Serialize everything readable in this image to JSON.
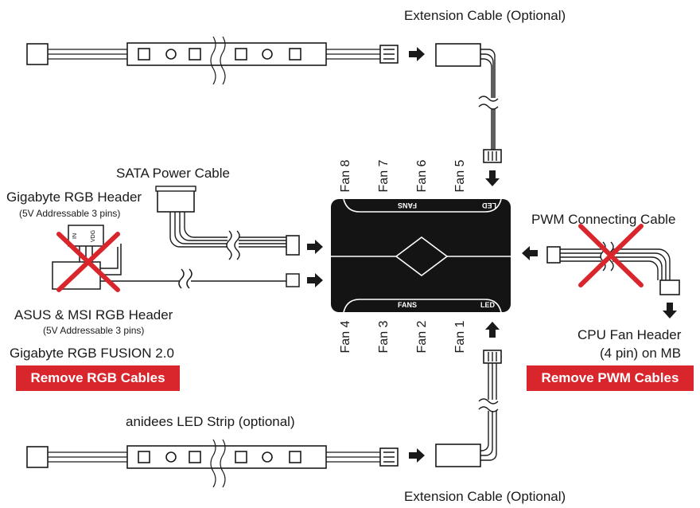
{
  "labels": {
    "ext_cable_top": "Extension Cable (Optional)",
    "ext_cable_bottom": "Extension Cable (Optional)",
    "sata_power": "SATA Power Cable",
    "gigabyte_header": "Gigabyte RGB Header",
    "gigabyte_header_sub": "(5V Addressable 3 pins)",
    "asus_msi_header": "ASUS & MSI RGB Header",
    "asus_msi_header_sub": "(5V Addressable 3 pins)",
    "gigabyte_fusion": "Gigabyte RGB FUSION 2.0",
    "pwm_cable": "PWM Connecting Cable",
    "cpu_fan_header_1": "CPU Fan Header",
    "cpu_fan_header_2": "(4 pin) on MB",
    "led_strip": "anidees LED Strip (optional)",
    "connector_pins": [
      "IN",
      "VDG"
    ]
  },
  "hub": {
    "top_label_fans": "FANS",
    "top_label_led": "LED",
    "bottom_label_fans": "FANS",
    "bottom_label_led": "LED"
  },
  "fans_top": [
    "Fan 8",
    "Fan 7",
    "Fan 6",
    "Fan 5"
  ],
  "fans_bottom": [
    "Fan 4",
    "Fan 3",
    "Fan 2",
    "Fan 1"
  ],
  "buttons": {
    "remove_rgb": "Remove RGB Cables",
    "remove_pwm": "Remove PWM Cables"
  },
  "colors": {
    "accent_red": "#d9262c",
    "hub_black": "#141414",
    "line": "#1a1a1a"
  }
}
